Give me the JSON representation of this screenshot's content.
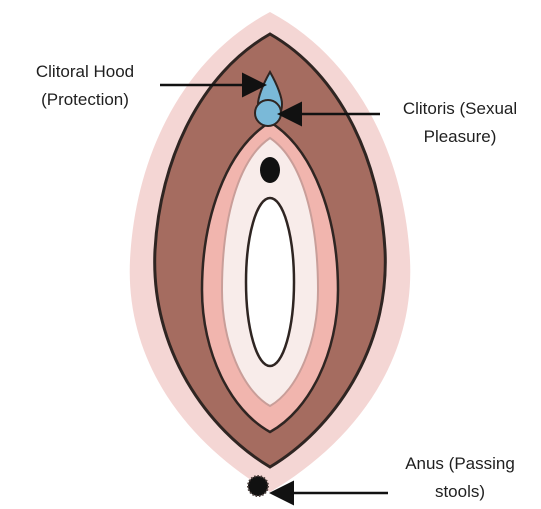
{
  "labels": {
    "clitoral_hood": {
      "line1": "Clitoral Hood",
      "line2": "(Protection)"
    },
    "clitoris": {
      "line1": "Clitoris (Sexual",
      "line2": "Pleasure)"
    },
    "anus": {
      "line1": "Anus (Passing",
      "line2": "stools)"
    }
  },
  "colors": {
    "outer_skin": "#f4d6d4",
    "labia_majora": "#a56c60",
    "labia_minora": "#f1b5ae",
    "inner_rim": "#f8ecea",
    "vestibule": "#ffffff",
    "clitoris": "#7ab9d8",
    "outline": "#2f2522",
    "arrow": "#111111"
  },
  "icons": {
    "clitoral_hood": "teardrop-icon",
    "clitoris": "circle-icon",
    "anus": "dot-icon"
  }
}
